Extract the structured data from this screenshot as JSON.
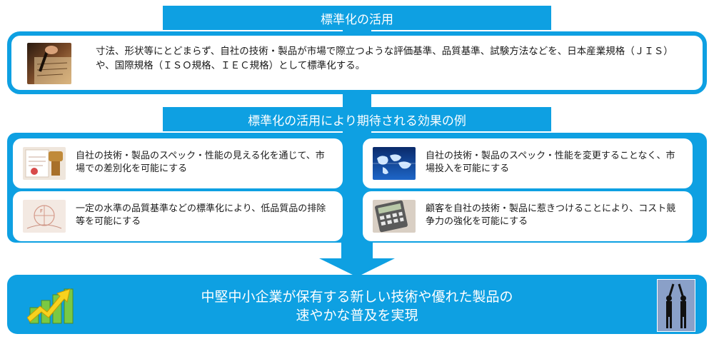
{
  "usage": {
    "title": "標準化の活用",
    "description": "寸法、形状等にとどまらず、自社の技術・製品が市場で際立つような評価基準、品質基準、試験方法などを、日本産業規格（ＪＩＳ）や、国際規格（ＩＳＯ規格、ＩＥＣ規格）として標準化する。"
  },
  "effects": {
    "title": "標準化の活用により期待される効果の例",
    "cards": [
      {
        "text": "自社の技術・製品のスペック・性能の見える化を通じて、市場での差別化を可能にする",
        "icon": "award-document-photo-icon"
      },
      {
        "text": "自社の技術・製品のスペック・性能を変更することなく、市場投入を可能にする",
        "icon": "world-map-icon"
      },
      {
        "text": "一定の水準の品質基準などの標準化により、低品質品の排除等を可能にする",
        "icon": "chart-sketch-photo-icon"
      },
      {
        "text": "顧客を自社の技術・製品に惹きつけることにより、コスト競争力の強化を可能にする",
        "icon": "calculator-icon"
      }
    ]
  },
  "result": {
    "line1": "中堅中小企業が保有する新しい技術や優れた製品の",
    "line2": "速やかな普及を実現"
  },
  "colors": {
    "accent": "#0ea0e2",
    "text": "#1a1a1a",
    "background": "#ffffff"
  }
}
